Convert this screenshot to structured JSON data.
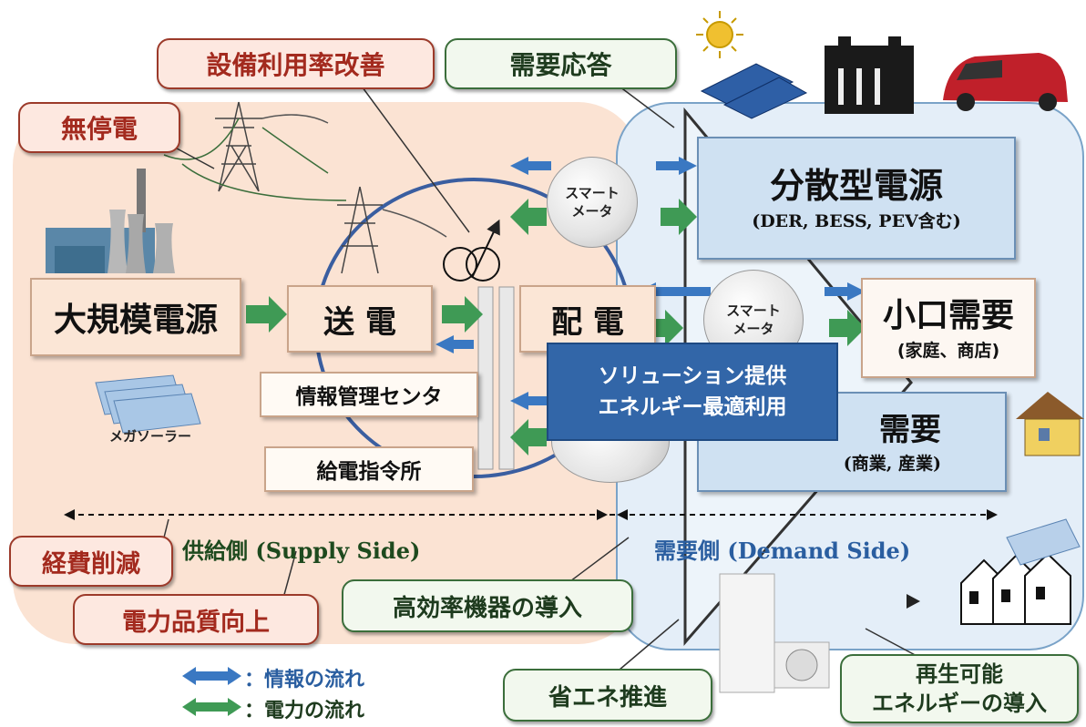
{
  "callouts": {
    "setsubi": "設備利用率改善",
    "mu_teiden": "無停電",
    "juyou_outou": "需要応答",
    "keihi": "経費削減",
    "denryoku_hinshitsu": "電力品質向上",
    "koukouritsu": "高効率機器の導入",
    "shou_ene": "省エネ推進",
    "saisei_line1": "再生可能",
    "saisei_line2": "エネルギーの導入"
  },
  "supply": {
    "large_power": "大規模電源",
    "transmission": "送 電",
    "distribution": "配 電",
    "info_center": "情報管理センタ",
    "dispatch": "給電指令所",
    "mega_solar": "メガソーラー",
    "side_label": "供給側 (Supply Side)"
  },
  "demand": {
    "dist_power_title": "分散型電源",
    "dist_power_sub": "(DER, BESS, PEV含む)",
    "small_demand_title": "小口需要",
    "small_demand_sub": "(家庭、商店)",
    "large_demand_title": "需要",
    "large_demand_sub": "(商業, 産業)",
    "side_label": "需要側 (Demand Side)"
  },
  "smart_meter_label": "スマート\nメータ",
  "smart_meter_partial": "スマート\nメータ",
  "solution": {
    "line1": "ソリューション提供",
    "line2": "エネルギー最適利用"
  },
  "legend": {
    "info_flow": "：情報の流れ",
    "power_flow": "：電力の流れ"
  },
  "colors": {
    "info_arrow": "#3a78c2",
    "power_arrow": "#3f9a55",
    "callout_red": "#a32a1e",
    "callout_green": "#3b6e3b",
    "solution_box": "#3266a8",
    "supply_bg": "#fbe3d3",
    "demand_bg": "#e4eef8"
  }
}
